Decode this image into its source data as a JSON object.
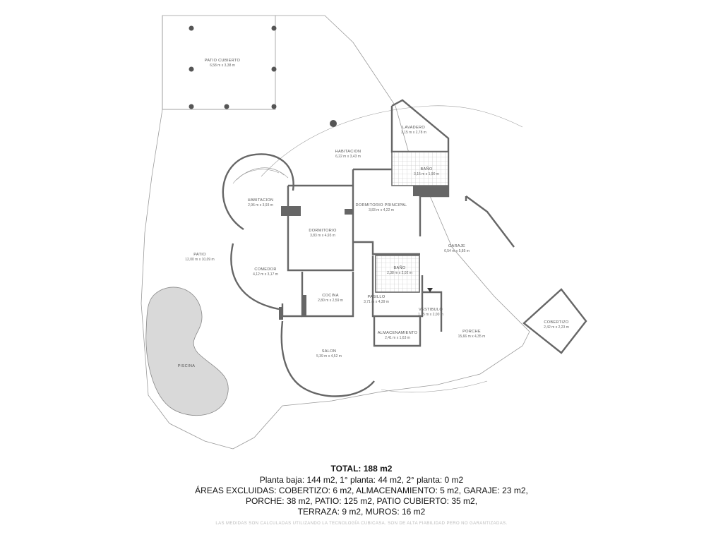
{
  "rooms": [
    {
      "name": "PATIO CUBIERTO",
      "dims": "6,58 m x 3,38 m"
    },
    {
      "name": "LAVADERO",
      "dims": "3,15 m x 2,78 m"
    },
    {
      "name": "HABITACION",
      "dims": "6,22 m x 3,43 m"
    },
    {
      "name": "BAÑO",
      "dims": "3,15 m x 1,90 m"
    },
    {
      "name": "HABITACION",
      "dims": "2,96 m x 3,93 m"
    },
    {
      "name": "DORMITORIO PRINCIPAL",
      "dims": "3,83 m x 4,22 m"
    },
    {
      "name": "DORMITORIO",
      "dims": "3,83 m x 4,93 m"
    },
    {
      "name": "GARAJE",
      "dims": "6,54 m x 5,85 m"
    },
    {
      "name": "PATIO",
      "dims": "12,00 m x 10,09 m"
    },
    {
      "name": "COMEDOR",
      "dims": "4,12 m x 3,17 m"
    },
    {
      "name": "BAÑO",
      "dims": "2,38 m x 2,02 m"
    },
    {
      "name": "COCINA",
      "dims": "2,80 m x 2,59 m"
    },
    {
      "name": "PASILLO",
      "dims": "3,71 m x 4,39 m"
    },
    {
      "name": "VESTIBULO",
      "dims": "1,15 m x 2,00 m"
    },
    {
      "name": "COBERTIZO",
      "dims": "2,42 m x 2,23 m"
    },
    {
      "name": "ALMACENAMIENTO",
      "dims": "2,41 m x 1,63 m"
    },
    {
      "name": "PORCHE",
      "dims": "15,66 m x 4,35 m"
    },
    {
      "name": "SALON",
      "dims": "5,39 m x 4,52 m"
    },
    {
      "name": "PISCINA",
      "dims": ""
    }
  ],
  "summary": {
    "total": "TOTAL: 188 m2",
    "lines": [
      "Planta baja: 144 m2, 1° planta: 44 m2, 2° planta: 0 m2",
      "ÁREAS EXCLUIDAS: COBERTIZO: 6 m2, ALMACENAMIENTO: 5 m2, GARAJE: 23 m2,",
      "PORCHE: 38 m2, PATIO: 125 m2, PATIO CUBIERTO: 35 m2,",
      "TERRAZA: 9 m2, MUROS: 16 m2"
    ],
    "note": "LAS MEDIDAS SON CALCULADAS UTILIZANDO LA TECNOLOGÍA CUBICASA. SON DE ALTA FIABILIDAD PERO NO GARANTIZADAS."
  },
  "colors": {
    "wall": "#666666",
    "pool": "#d9d9d9",
    "tile": "#cfcfcf",
    "text": "#111111"
  }
}
